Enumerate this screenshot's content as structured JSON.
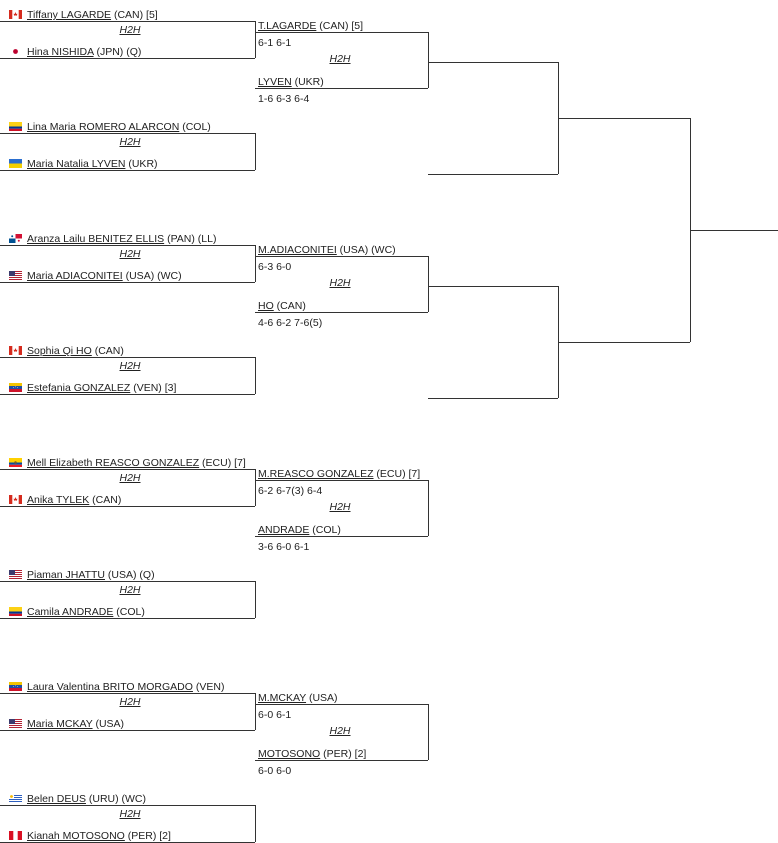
{
  "colors": {
    "line": "#333333",
    "text": "#222222",
    "background": "#ffffff"
  },
  "round1": [
    {
      "players": [
        {
          "name": "Tiffany LAGARDE",
          "suffix": "(CAN) [5]",
          "flag": "CAN"
        },
        {
          "name": "Hina NISHIDA",
          "suffix": "(JPN) (Q)",
          "flag": "JPN"
        }
      ],
      "h2h": "H2H"
    },
    {
      "players": [
        {
          "name": "Lina Maria ROMERO ALARCON",
          "suffix": "(COL)",
          "flag": "COL"
        },
        {
          "name": "Maria Natalia LYVEN",
          "suffix": "(UKR)",
          "flag": "UKR"
        }
      ],
      "h2h": "H2H"
    },
    {
      "players": [
        {
          "name": "Aranza Lailu BENITEZ ELLIS",
          "suffix": "(PAN) (LL)",
          "flag": "PAN"
        },
        {
          "name": "Maria ADIACONITEI",
          "suffix": "(USA) (WC)",
          "flag": "USA"
        }
      ],
      "h2h": "H2H"
    },
    {
      "players": [
        {
          "name": "Sophia Qi HO",
          "suffix": "(CAN)",
          "flag": "CAN"
        },
        {
          "name": "Estefania GONZALEZ",
          "suffix": "(VEN) [3]",
          "flag": "VEN"
        }
      ],
      "h2h": "H2H"
    },
    {
      "players": [
        {
          "name": "Mell Elizabeth REASCO GONZALEZ",
          "suffix": "(ECU) [7]",
          "flag": "ECU"
        },
        {
          "name": "Anika TYLEK",
          "suffix": "(CAN)",
          "flag": "CAN"
        }
      ],
      "h2h": "H2H"
    },
    {
      "players": [
        {
          "name": "Piaman JHATTU",
          "suffix": "(USA) (Q)",
          "flag": "USA"
        },
        {
          "name": "Camila ANDRADE",
          "suffix": "(COL)",
          "flag": "COL"
        }
      ],
      "h2h": "H2H"
    },
    {
      "players": [
        {
          "name": "Laura Valentina BRITO MORGADO",
          "suffix": "(VEN)",
          "flag": "VEN"
        },
        {
          "name": "Maria MCKAY",
          "suffix": "(USA)",
          "flag": "USA"
        }
      ],
      "h2h": "H2H"
    },
    {
      "players": [
        {
          "name": "Belen DEUS",
          "suffix": "(URU) (WC)",
          "flag": "URU"
        },
        {
          "name": "Kianah MOTOSONO",
          "suffix": "(PER) [2]",
          "flag": "PER"
        }
      ],
      "h2h": "H2H"
    }
  ],
  "round2": [
    {
      "h2h": "H2H",
      "players": [
        {
          "name": "T.LAGARDE",
          "suffix": "(CAN) [5]",
          "score": "6-1 6-1"
        },
        {
          "name": "LYVEN",
          "suffix": "(UKR)",
          "score": "1-6 6-3 6-4"
        }
      ]
    },
    {
      "h2h": "H2H",
      "players": [
        {
          "name": "M.ADIACONITEI",
          "suffix": "(USA) (WC)",
          "score": "6-3 6-0"
        },
        {
          "name": "HO",
          "suffix": "(CAN)",
          "score": "4-6 6-2 7-6(5)"
        }
      ]
    },
    {
      "h2h": "H2H",
      "players": [
        {
          "name": "M.REASCO GONZALEZ",
          "suffix": "(ECU) [7]",
          "score": "6-2 6-7(3) 6-4"
        },
        {
          "name": "ANDRADE",
          "suffix": "(COL)",
          "score": "3-6 6-0 6-1"
        }
      ]
    },
    {
      "h2h": "H2H",
      "players": [
        {
          "name": "M.MCKAY",
          "suffix": "(USA)",
          "score": "6-0 6-1"
        },
        {
          "name": "MOTOSONO",
          "suffix": "(PER) [2]",
          "score": "6-0 6-0"
        }
      ]
    }
  ]
}
